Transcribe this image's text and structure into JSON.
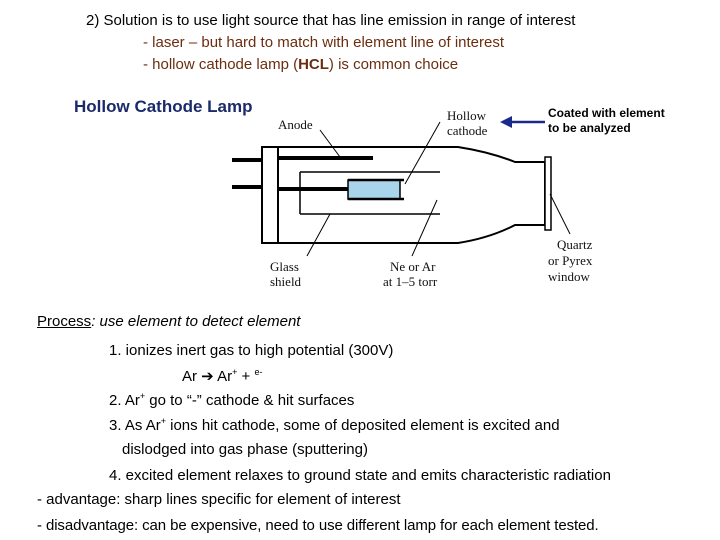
{
  "intro": {
    "line1": "2) Solution is to use light source that has line emission in range of interest",
    "line2": "- laser – but hard to match with element line of interest",
    "line3_prefix": "- hollow cathode lamp (",
    "line3_bold": "HCL",
    "line3_suffix": ") is common choice"
  },
  "diagram": {
    "title": "Hollow Cathode Lamp",
    "labels": {
      "anode": "Anode",
      "hollow_1": "Hollow",
      "hollow_2": "cathode",
      "coated_1": "Coated with element",
      "coated_2": "to be analyzed",
      "glass_1": "Glass",
      "glass_2": "shield",
      "gas_1": "Ne or Ar",
      "gas_2": "at 1–5 torr",
      "window_1": "Quartz",
      "window_2": "or Pyrex",
      "window_3": "window"
    },
    "colors": {
      "arrow": "#1b2a8a",
      "cathode_fill": "#a9d4ec",
      "title": "#1b2a6b"
    }
  },
  "process": {
    "heading": "Process",
    "heading_rest": ": use element to detect element",
    "step1": "1. ionizes inert gas to high potential (300V)",
    "reaction_left": "Ar",
    "reaction_arrow": "➔",
    "reaction_right": "Ar",
    "reaction_plus_sup": "+",
    "reaction_plus": "+",
    "reaction_electron_sup": "e-",
    "step2_a": "2. Ar",
    "step2_sup": "+",
    "step2_b": " go to “-” cathode & hit surfaces",
    "step3_a": "3. As Ar",
    "step3_sup": "+",
    "step3_b": " ions hit cathode, some of deposited element is excited and",
    "step3_line2": "dislodged into gas phase (sputtering)",
    "step4": "4. excited element relaxes to ground state and emits characteristic radiation",
    "advantage": "- advantage: sharp lines specific for element of interest",
    "disadvantage": "- disadvantage: can be expensive, need to use different lamp for each element tested."
  }
}
